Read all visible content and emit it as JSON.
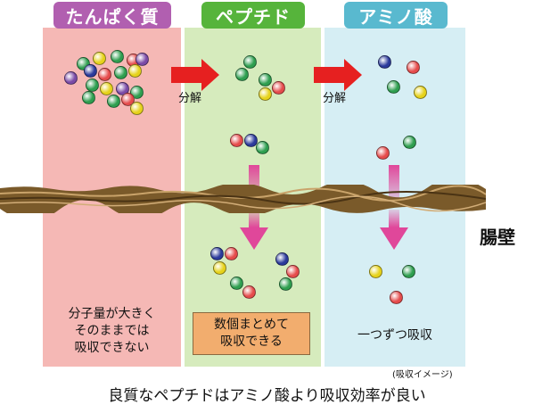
{
  "panels": [
    {
      "title": "たんぱく質",
      "header_color": "#b15fb0",
      "bg": "#f5b8b5",
      "note_lines": [
        "分子量が大きく",
        "そのままでは",
        "吸収できない"
      ]
    },
    {
      "title": "ペプチド",
      "header_color": "#56b43b",
      "bg": "#d6ebbd",
      "note_lines": [
        "数個まとめて",
        "吸収できる"
      ]
    },
    {
      "title": "アミノ酸",
      "header_color": "#59b9cf",
      "bg": "#d6eef4",
      "note_lines": [
        "一つずつ吸収"
      ]
    }
  ],
  "arrows": [
    {
      "label": "分解"
    },
    {
      "label": "分解"
    }
  ],
  "wall_label": "腸壁",
  "footnote": "(吸収イメージ)",
  "conclusion": "良質なペプチドはアミノ酸より吸収効率が良い",
  "colors": {
    "red": "#e54b4b",
    "green": "#2e9e4f",
    "blue": "#2b3a9b",
    "purple": "#7a4aa6",
    "yellow": "#e6d21a",
    "arrow": "#e62020",
    "down_arrow": "#e0479a"
  }
}
